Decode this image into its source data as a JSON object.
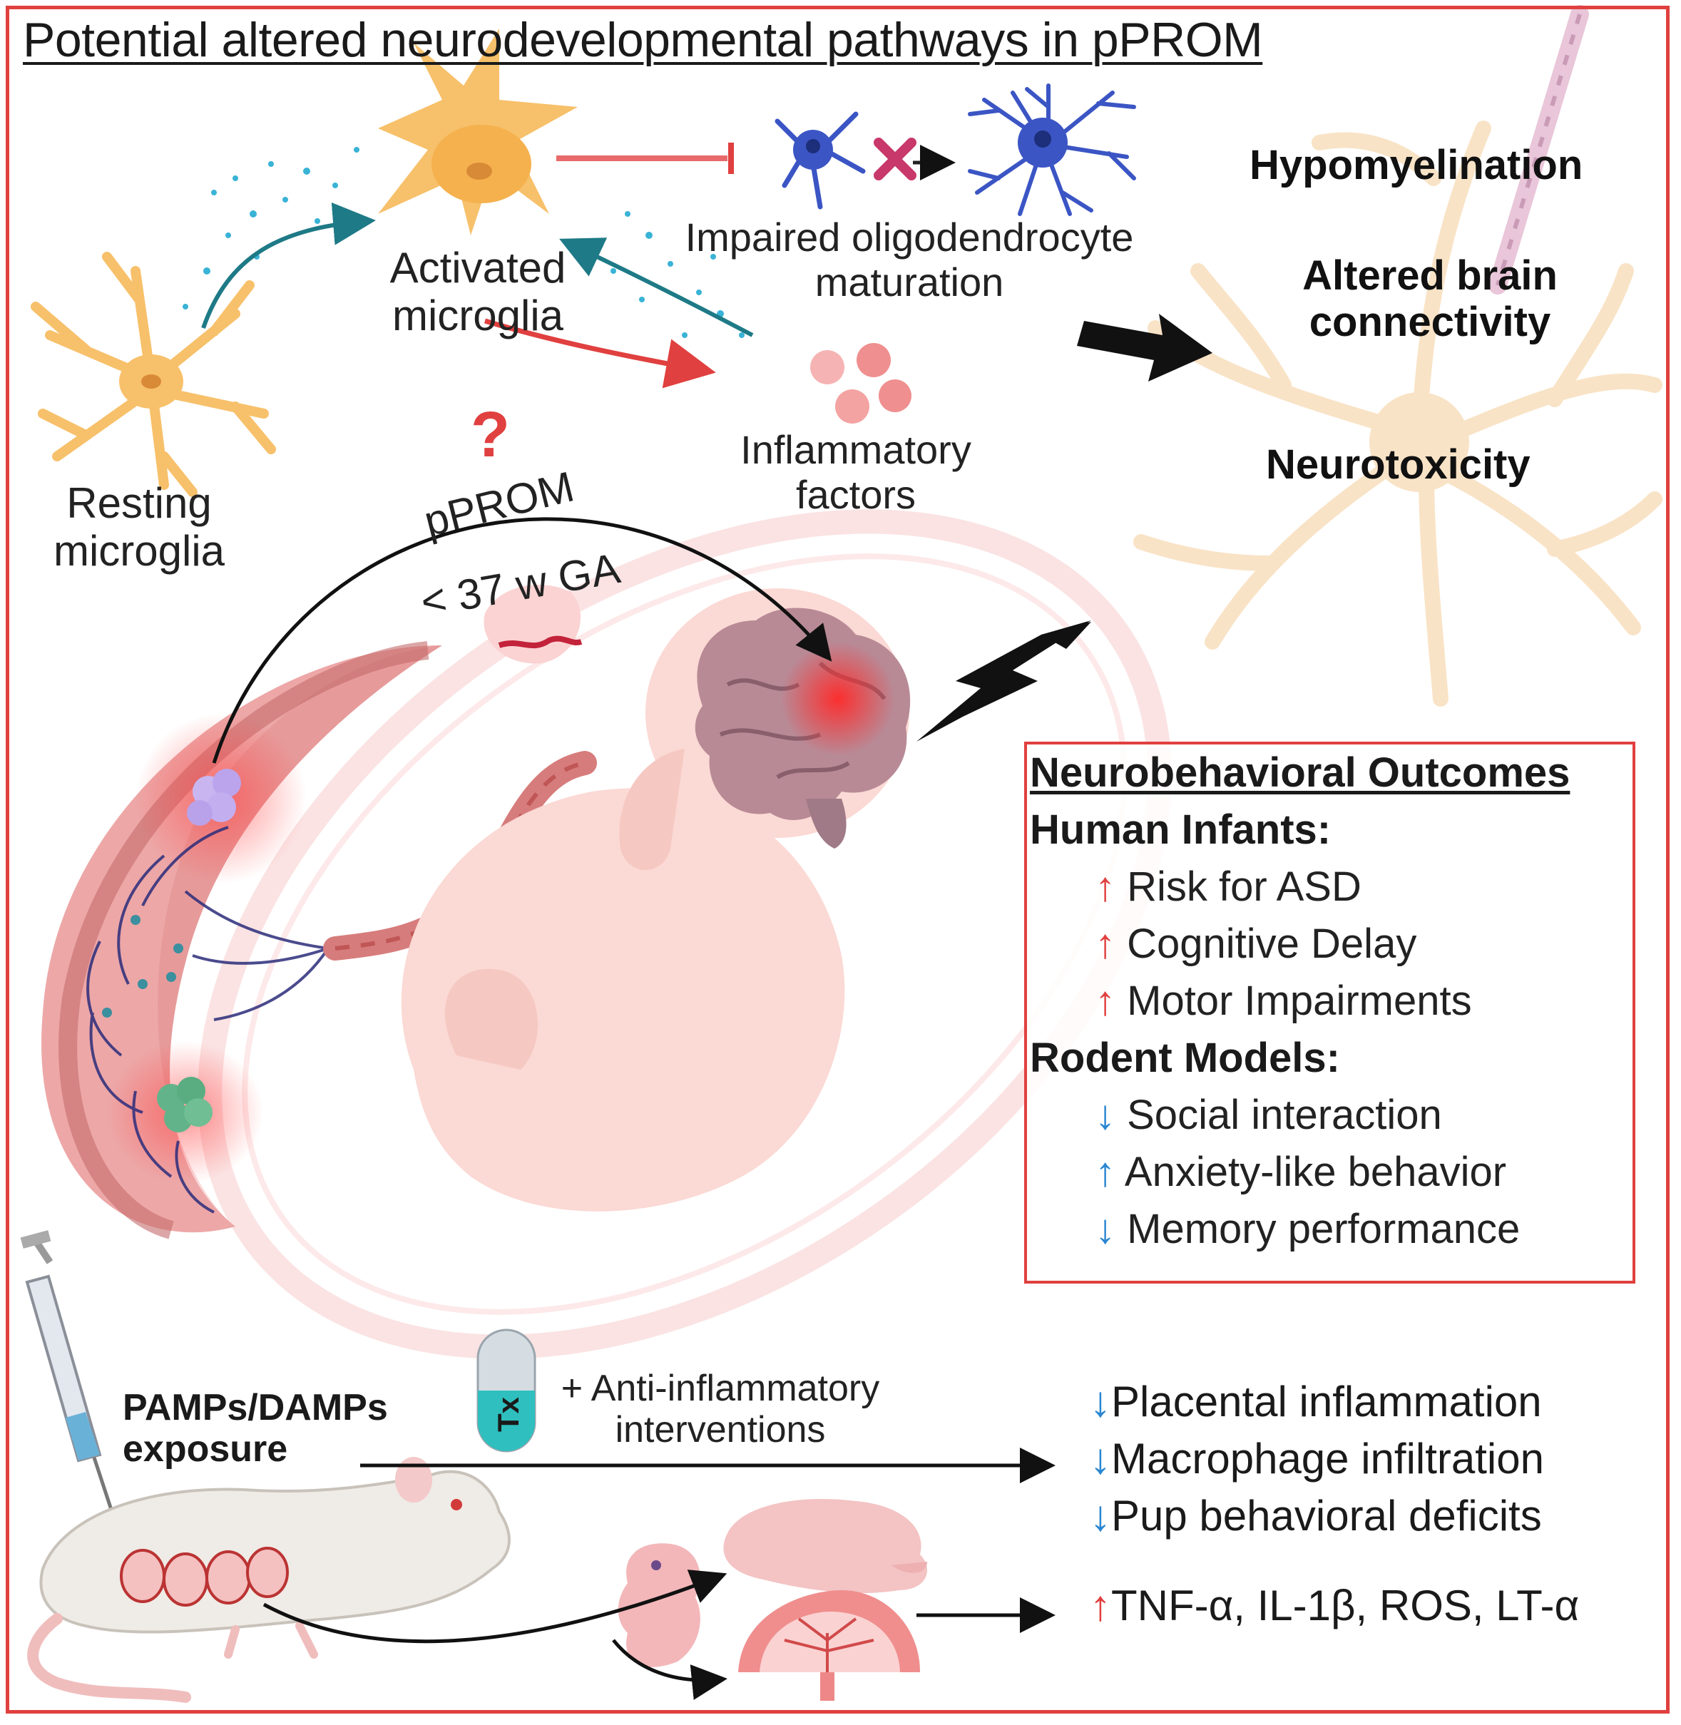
{
  "title": "Potential altered neurodevelopmental pathways in pPROM",
  "labels": {
    "resting": [
      "Resting",
      "microglia"
    ],
    "activated": [
      "Activated",
      "microglia"
    ],
    "oligo": [
      "Impaired oligodendrocyte",
      "maturation"
    ],
    "inflammatory": [
      "Inflammatory",
      "factors"
    ],
    "question": "?",
    "pprom": "pPROM",
    "ga": "< 37 w GA"
  },
  "brain_effects": [
    "Hypomyelination",
    "Altered brain",
    "connectivity",
    "Neurotoxicity"
  ],
  "outcomes": {
    "heading": "Neurobehavioral Outcomes",
    "human_heading": "Human Infants:",
    "human": [
      {
        "arrow": "↑",
        "text": "Risk for ASD"
      },
      {
        "arrow": "↑",
        "text": "Cognitive Delay"
      },
      {
        "arrow": "↑",
        "text": "Motor Impairments"
      }
    ],
    "rodent_heading": "Rodent Models:",
    "rodent": [
      {
        "arrow": "↓",
        "text": "Social interaction"
      },
      {
        "arrow": "↑",
        "text": "Anxiety-like behavior"
      },
      {
        "arrow": "↓",
        "text": "Memory performance"
      }
    ]
  },
  "bottom": {
    "exposure": [
      "PAMPs/DAMPs",
      "exposure"
    ],
    "capsule": "Tx",
    "intervention": [
      "+ Anti-inflammatory",
      "interventions"
    ],
    "results": [
      {
        "arrow": "↓",
        "text": "Placental inflammation"
      },
      {
        "arrow": "↓",
        "text": "Macrophage infiltration"
      },
      {
        "arrow": "↓",
        "text": "Pup behavioral deficits"
      }
    ],
    "cytokines": {
      "arrow": "↑",
      "text": "TNF-α, IL-1β, ROS, LT-α"
    }
  },
  "colors": {
    "frame": "#e0403f",
    "up": "#e0403f",
    "down": "#2a86d1",
    "microglia": "#f7c06a",
    "oligo": "#3b55c4"
  }
}
